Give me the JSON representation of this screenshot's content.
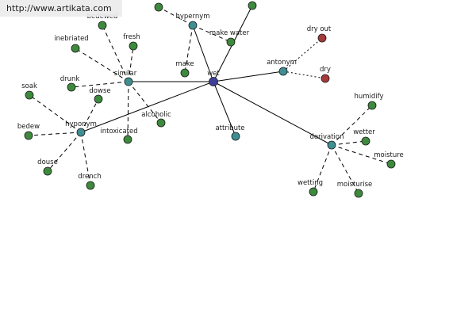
{
  "url_bar": {
    "text": "http://www.artikata.com"
  },
  "diagram": {
    "colors": {
      "center": "#3f3f9a",
      "relation": "#3f8f92",
      "word": "#3d8a3d",
      "antonym_word": "#a63a3a"
    },
    "nodes": [
      {
        "id": "wet",
        "label": "wet",
        "kind": "center"
      },
      {
        "id": "similar",
        "label": "similar",
        "kind": "relation"
      },
      {
        "id": "hypernym",
        "label": "hypernym",
        "kind": "relation"
      },
      {
        "id": "antonym",
        "label": "antonym",
        "kind": "relation"
      },
      {
        "id": "attribute",
        "label": "attribute",
        "kind": "relation"
      },
      {
        "id": "derivation",
        "label": "derivation",
        "kind": "relation"
      },
      {
        "id": "hyponym",
        "label": "hyponym",
        "kind": "relation"
      },
      {
        "id": "bedewed",
        "label": "bedewed",
        "kind": "word"
      },
      {
        "id": "fresh",
        "label": "fresh",
        "kind": "word"
      },
      {
        "id": "inebriated",
        "label": "inebriated",
        "kind": "word"
      },
      {
        "id": "drunk",
        "label": "drunk",
        "kind": "word"
      },
      {
        "id": "dowse",
        "label": "dowse",
        "kind": "word"
      },
      {
        "id": "alcoholic",
        "label": "alcoholic",
        "kind": "word"
      },
      {
        "id": "intoxicated",
        "label": "intoxicated",
        "kind": "word"
      },
      {
        "id": "soak",
        "label": "soak",
        "kind": "word"
      },
      {
        "id": "bedew",
        "label": "bedew",
        "kind": "word"
      },
      {
        "id": "douse",
        "label": "douse",
        "kind": "word"
      },
      {
        "id": "drench",
        "label": "drench",
        "kind": "word"
      },
      {
        "id": "make",
        "label": "make",
        "kind": "word"
      },
      {
        "id": "make_water",
        "label": "make water",
        "kind": "word"
      },
      {
        "id": "top_cut_1",
        "label": "",
        "kind": "word"
      },
      {
        "id": "top_cut_2",
        "label": "",
        "kind": "word"
      },
      {
        "id": "dry_out",
        "label": "dry out",
        "kind": "antonym_word"
      },
      {
        "id": "dry",
        "label": "dry",
        "kind": "antonym_word"
      },
      {
        "id": "humidify",
        "label": "humidify",
        "kind": "word"
      },
      {
        "id": "wetter",
        "label": "wetter",
        "kind": "word"
      },
      {
        "id": "moisture",
        "label": "moisture",
        "kind": "word"
      },
      {
        "id": "moisturise",
        "label": "moisturise",
        "kind": "word"
      },
      {
        "id": "wetting",
        "label": "wetting",
        "kind": "word"
      }
    ],
    "edges": [
      {
        "from": "wet",
        "to": "similar",
        "style": "solid"
      },
      {
        "from": "wet",
        "to": "hypernym",
        "style": "solid"
      },
      {
        "from": "wet",
        "to": "antonym",
        "style": "solid"
      },
      {
        "from": "wet",
        "to": "attribute",
        "style": "solid"
      },
      {
        "from": "wet",
        "to": "derivation",
        "style": "solid"
      },
      {
        "from": "wet",
        "to": "hyponym",
        "style": "solid"
      },
      {
        "from": "wet",
        "to": "top_cut_2",
        "style": "solid"
      },
      {
        "from": "similar",
        "to": "bedewed",
        "style": "dashed"
      },
      {
        "from": "similar",
        "to": "fresh",
        "style": "dashed"
      },
      {
        "from": "similar",
        "to": "inebriated",
        "style": "dashed"
      },
      {
        "from": "similar",
        "to": "drunk",
        "style": "dashed"
      },
      {
        "from": "similar",
        "to": "alcoholic",
        "style": "dashed"
      },
      {
        "from": "similar",
        "to": "intoxicated",
        "style": "dashed"
      },
      {
        "from": "hyponym",
        "to": "dowse",
        "style": "dashed"
      },
      {
        "from": "hyponym",
        "to": "soak",
        "style": "dashed"
      },
      {
        "from": "hyponym",
        "to": "bedew",
        "style": "dashed"
      },
      {
        "from": "hyponym",
        "to": "douse",
        "style": "dashed"
      },
      {
        "from": "hyponym",
        "to": "drench",
        "style": "dashed"
      },
      {
        "from": "hypernym",
        "to": "make",
        "style": "dashed"
      },
      {
        "from": "hypernym",
        "to": "make_water",
        "style": "dashed"
      },
      {
        "from": "hypernym",
        "to": "top_cut_1",
        "style": "dashed"
      },
      {
        "from": "antonym",
        "to": "dry_out",
        "style": "dotted"
      },
      {
        "from": "antonym",
        "to": "dry",
        "style": "dotted"
      },
      {
        "from": "derivation",
        "to": "humidify",
        "style": "dashed"
      },
      {
        "from": "derivation",
        "to": "wetter",
        "style": "dashed"
      },
      {
        "from": "derivation",
        "to": "moisture",
        "style": "dashed"
      },
      {
        "from": "derivation",
        "to": "moisturise",
        "style": "dashed"
      },
      {
        "from": "derivation",
        "to": "wetting",
        "style": "dashed"
      }
    ]
  }
}
